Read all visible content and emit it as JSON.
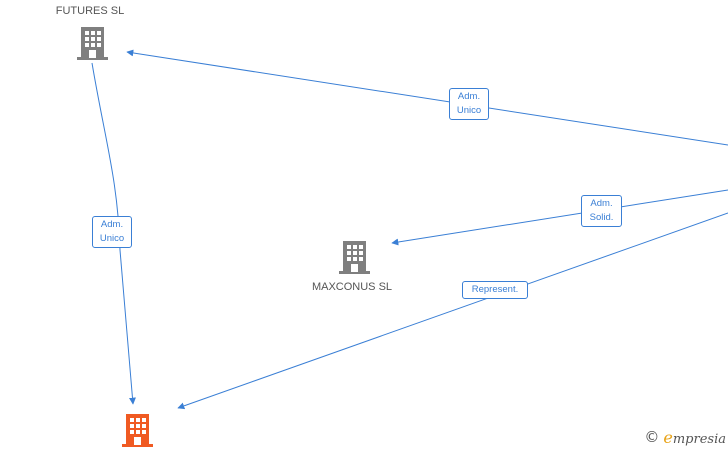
{
  "colors": {
    "edge": "#3a7fd5",
    "building_gray": "#7f7f7f",
    "building_orange": "#f05a22",
    "label_text": "#555555",
    "brand_accent": "#e8a215"
  },
  "nodes": {
    "top_company": {
      "label_line1": "FUTURES SL",
      "icon": "building-icon"
    },
    "middle_company": {
      "label": "MAXCONUS SL",
      "icon": "building-icon"
    },
    "bottom_company": {
      "icon": "building-icon-highlighted"
    }
  },
  "edges": {
    "right_to_top": {
      "label": "Adm.\nUnico"
    },
    "top_to_bottom": {
      "label": "Adm.\nUnico"
    },
    "right_to_middle": {
      "label": "Adm.\nSolid."
    },
    "right_to_bottom": {
      "label": "Represent."
    }
  },
  "watermark": {
    "copyright": "©",
    "brand_initial": "e",
    "brand_rest": "mpresia"
  }
}
